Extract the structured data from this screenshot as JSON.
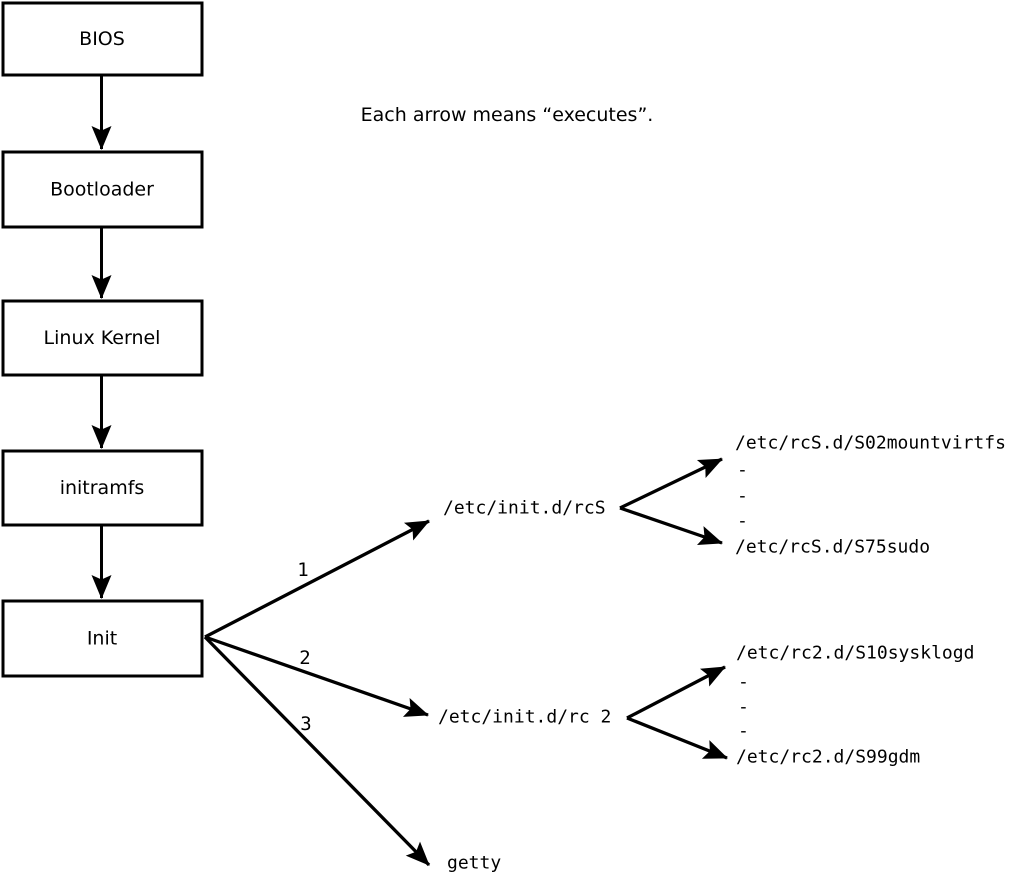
{
  "note": "Each arrow means “executes”.",
  "boot_chain": [
    {
      "label": "BIOS"
    },
    {
      "label": "Bootloader"
    },
    {
      "label": "Linux Kernel"
    },
    {
      "label": "initramfs"
    },
    {
      "label": "Init"
    }
  ],
  "init_branches": [
    {
      "order": "1",
      "target": "/etc/init.d/rcS",
      "children": [
        "/etc/rcS.d/S02mountvirtfs",
        "-",
        "-",
        "-",
        "/etc/rcS.d/S75sudo"
      ]
    },
    {
      "order": "2",
      "target": "/etc/init.d/rc 2",
      "children": [
        "/etc/rc2.d/S10sysklogd",
        "-",
        "-",
        "-",
        "/etc/rc2.d/S99gdm"
      ]
    },
    {
      "order": "3",
      "target": "getty",
      "children": []
    }
  ],
  "colors": {
    "ink": "#000000",
    "background": "#ffffff"
  }
}
